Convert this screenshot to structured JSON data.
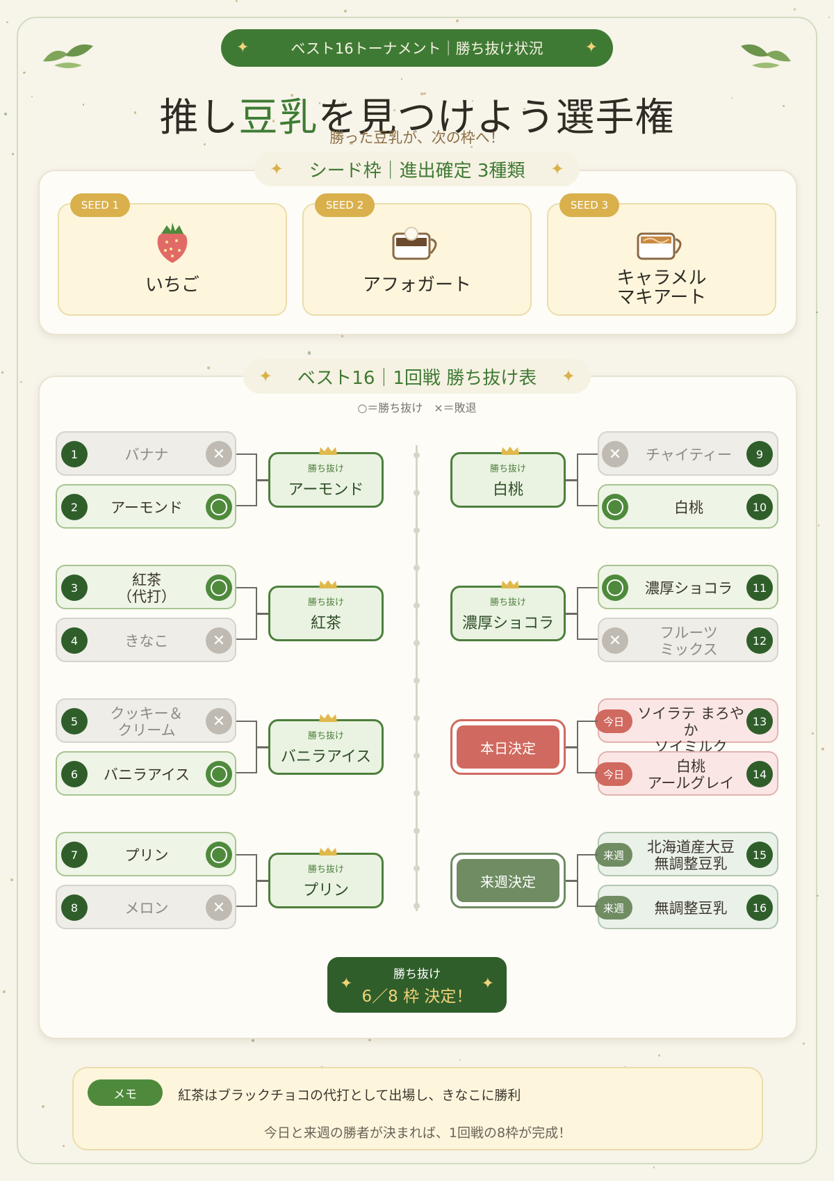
{
  "header": {
    "pill": "ベスト16トーナメント｜勝ち抜け状況",
    "title_prefix": "推し",
    "title_highlight": "豆乳",
    "title_suffix": "を見つけよう選手権",
    "subtitle": "勝った豆乳が、次の枠へ！"
  },
  "seed_section": {
    "heading": "シード枠｜進出確定 3種類",
    "cards": [
      {
        "tag": "SEED 1",
        "line1": "いちご",
        "line2": "",
        "icon": "strawberry-icon"
      },
      {
        "tag": "SEED 2",
        "line1": "アフォガート",
        "line2": "",
        "icon": "affogato-cup-icon"
      },
      {
        "tag": "SEED 3",
        "line1": "キャラメル",
        "line2": "マキアート",
        "icon": "caramel-cup-icon"
      }
    ]
  },
  "bracket": {
    "heading": "ベスト16｜1回戦 勝ち抜け表",
    "legend": "○＝勝ち抜け　×＝敗退",
    "winner_label": "勝ち抜け",
    "left": [
      {
        "entries": [
          {
            "num": "1",
            "line1": "バナナ",
            "line2": "",
            "state": "lose"
          },
          {
            "num": "2",
            "line1": "アーモンド",
            "line2": "",
            "state": "win"
          }
        ],
        "winner": "アーモンド"
      },
      {
        "entries": [
          {
            "num": "3",
            "line1": "紅茶",
            "line2": "（代打）",
            "state": "win"
          },
          {
            "num": "4",
            "line1": "きなこ",
            "line2": "",
            "state": "lose"
          }
        ],
        "winner": "紅茶"
      },
      {
        "entries": [
          {
            "num": "5",
            "line1": "クッキー＆",
            "line2": "クリーム",
            "state": "lose"
          },
          {
            "num": "6",
            "line1": "バニラアイス",
            "line2": "",
            "state": "win"
          }
        ],
        "winner": "バニラアイス"
      },
      {
        "entries": [
          {
            "num": "7",
            "line1": "プリン",
            "line2": "",
            "state": "win"
          },
          {
            "num": "8",
            "line1": "メロン",
            "line2": "",
            "state": "lose"
          }
        ],
        "winner": "プリン"
      }
    ],
    "right": [
      {
        "entries": [
          {
            "num": "9",
            "line1": "チャイティー",
            "line2": "",
            "state": "lose"
          },
          {
            "num": "10",
            "line1": "白桃",
            "line2": "",
            "state": "win"
          }
        ],
        "winner": "白桃"
      },
      {
        "entries": [
          {
            "num": "11",
            "line1": "濃厚ショコラ",
            "line2": "",
            "state": "win"
          },
          {
            "num": "12",
            "line1": "フルーツ",
            "line2": "ミックス",
            "state": "lose"
          }
        ],
        "winner": "濃厚ショコラ"
      },
      {
        "entries": [
          {
            "num": "13",
            "line1": "ソイラテ まろやか",
            "line2": "ソイミルク",
            "state": "today",
            "tag": "今日"
          },
          {
            "num": "14",
            "line1": "白桃",
            "line2": "アールグレイ",
            "state": "today",
            "tag": "今日"
          }
        ],
        "decide": "本日決定"
      },
      {
        "entries": [
          {
            "num": "15",
            "line1": "北海道産大豆",
            "line2": "無調整豆乳",
            "state": "next",
            "tag": "来週"
          },
          {
            "num": "16",
            "line1": "無調整豆乳",
            "line2": "",
            "state": "next",
            "tag": "来週"
          }
        ],
        "decide": "来週決定"
      }
    ],
    "result_line1": "勝ち抜け",
    "result_line2": "6／8 枠 決定！"
  },
  "memo": {
    "tag": "メモ",
    "line1": "紅茶はブラックチョコの代打として出場し、きなこに勝利",
    "line2": "今日と来週の勝者が決まれば、1回戦の8枠が完成！"
  },
  "colors": {
    "green": "#3f7a34",
    "dark_green": "#2f5e2a",
    "gold": "#d9b04c",
    "red": "#d0695f",
    "muted_green": "#6f8c63"
  }
}
